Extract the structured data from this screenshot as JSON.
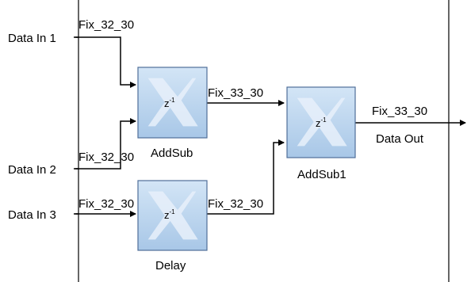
{
  "inputs": {
    "in1": "Data In 1",
    "in2": "Data In 2",
    "in3": "Data In 3"
  },
  "output": "Data Out",
  "signal_types": {
    "in1": "Fix_32_30",
    "in2": "Fix_32_30",
    "in3": "Fix_32_30",
    "addsub_out": "Fix_33_30",
    "delay_out": "Fix_32_30",
    "out": "Fix_33_30"
  },
  "blocks": {
    "addsub": {
      "name": "AddSub",
      "op": "z",
      "exp": "-1"
    },
    "addsub1": {
      "name": "AddSub1",
      "op": "z",
      "exp": "-1"
    },
    "delay": {
      "name": "Delay",
      "op": "z",
      "exp": "-1"
    }
  },
  "colors": {
    "block_fill_top": "#cfe2f4",
    "block_fill_bottom": "#a9c8e8",
    "block_border": "#4f6f99",
    "logo": "#e6eef8"
  }
}
